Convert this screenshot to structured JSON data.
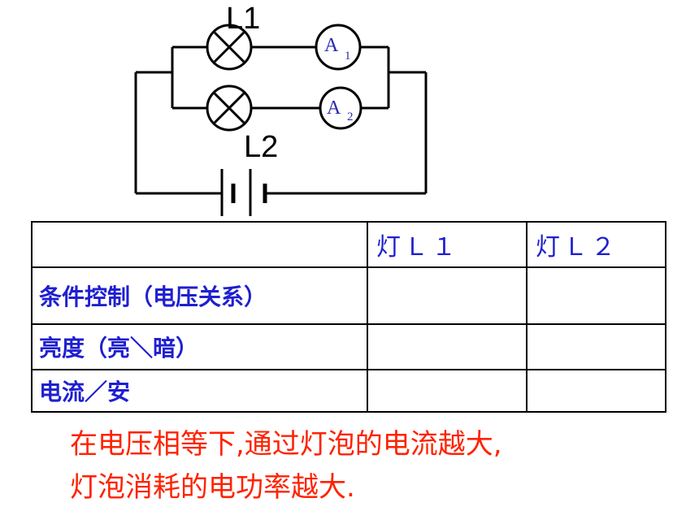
{
  "circuit": {
    "lamp1_label": "L1",
    "lamp2_label": "L2",
    "ammeter1_letter": "A",
    "ammeter1_sub": "1",
    "ammeter2_letter": "A",
    "ammeter2_sub": "2"
  },
  "table": {
    "headers": [
      "",
      "灯Ｌ１",
      "灯Ｌ２"
    ],
    "rows": [
      {
        "label": "条件控制（电压关系）",
        "l1": "",
        "l2": ""
      },
      {
        "label": "亮度（亮＼暗）",
        "l1": "",
        "l2": ""
      },
      {
        "label": "电流／安",
        "l1": "",
        "l2": ""
      }
    ]
  },
  "conclusion": {
    "line1": "在电压相等下,通过灯泡的电流越大,",
    "line2": "灯泡消耗的电功率越大."
  },
  "colors": {
    "table_text": "#1f1fd0",
    "conclusion_text": "#ff2200",
    "meter_text": "#2a2ab0",
    "lines": "#000000"
  }
}
